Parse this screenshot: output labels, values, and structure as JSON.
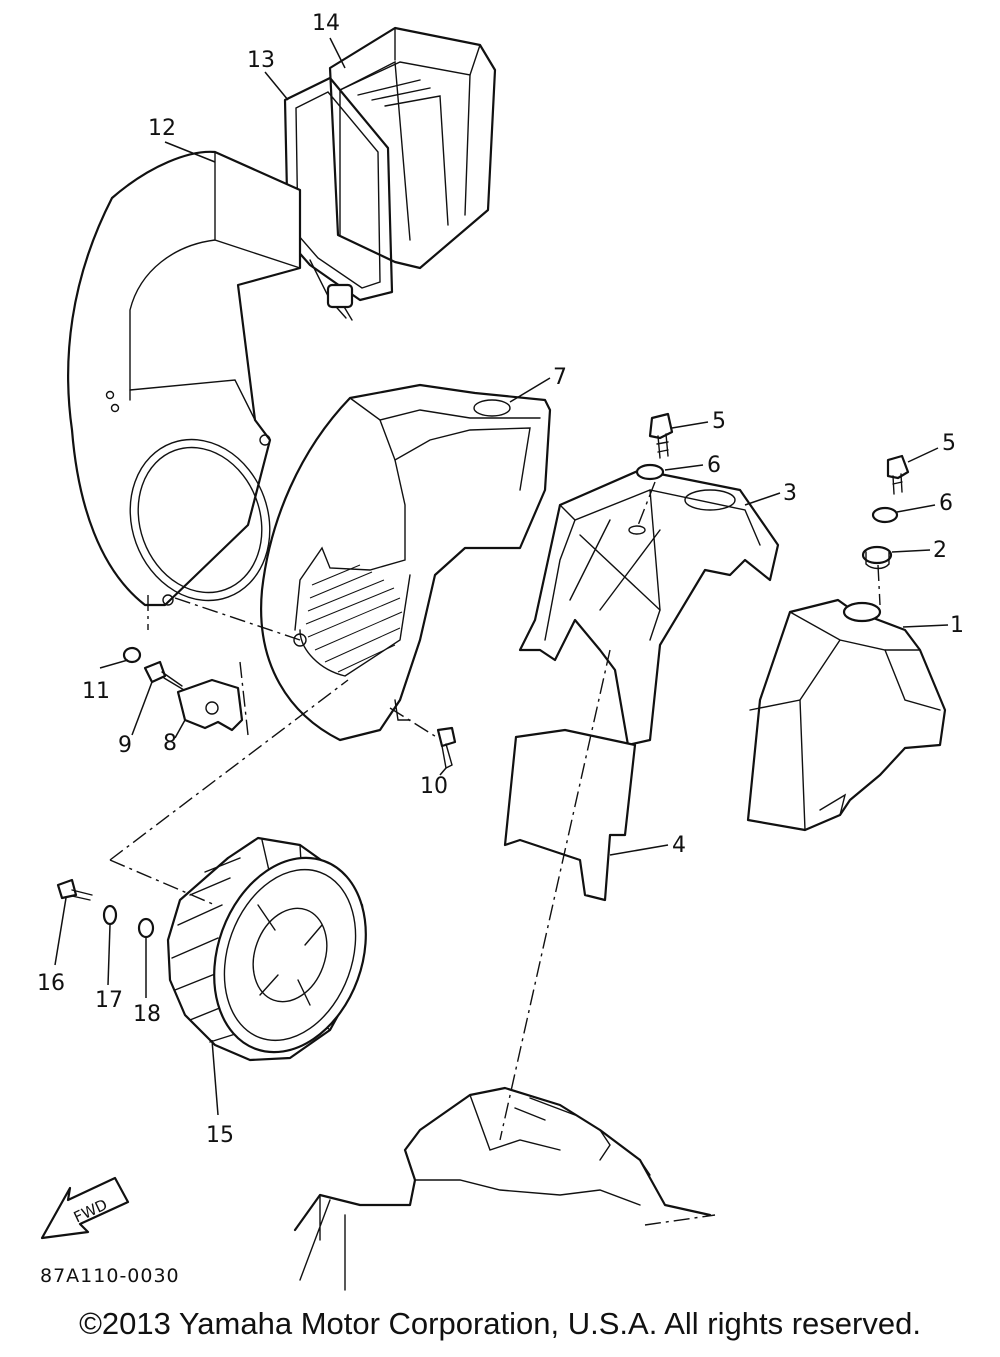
{
  "diagram": {
    "code": "87A110-0030",
    "fwd_label": "FWD",
    "callouts": [
      "1",
      "2",
      "3",
      "4",
      "5",
      "5",
      "6",
      "6",
      "7",
      "8",
      "9",
      "10",
      "11",
      "12",
      "13",
      "14",
      "15",
      "16",
      "17",
      "18"
    ]
  },
  "footer": {
    "copyright": "©2013 Yamaha Motor Corporation, U.S.A. All rights reserved."
  }
}
